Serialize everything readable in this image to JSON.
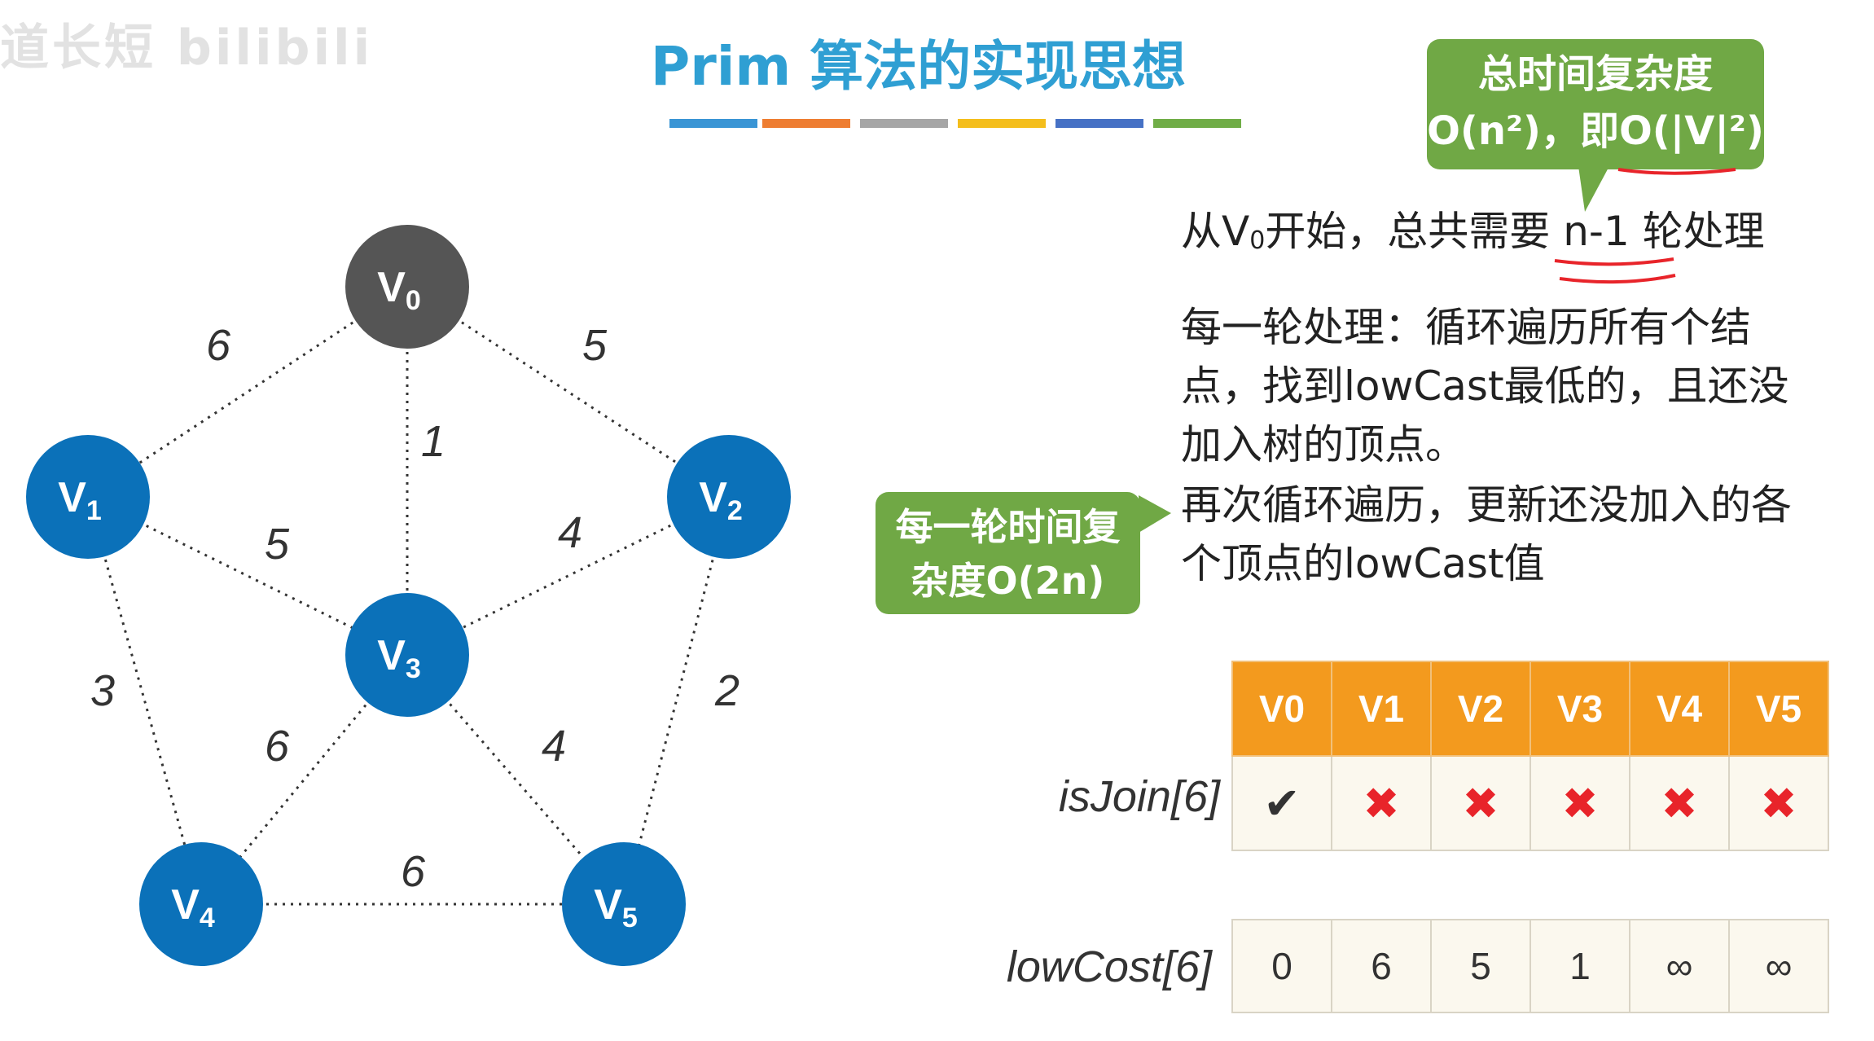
{
  "watermark": "道长短 bilibili",
  "title": "Prim 算法的实现思想",
  "title_bar_colors": [
    "#3a95d5",
    "#ee7d31",
    "#a6a6a6",
    "#f4be1c",
    "#4671c5",
    "#70ad47"
  ],
  "graph": {
    "nodes": [
      {
        "id": "V0",
        "label": "V",
        "sub": "0",
        "color": "#555555"
      },
      {
        "id": "V1",
        "label": "V",
        "sub": "1",
        "color": "#0b71b9"
      },
      {
        "id": "V2",
        "label": "V",
        "sub": "2",
        "color": "#0b71b9"
      },
      {
        "id": "V3",
        "label": "V",
        "sub": "3",
        "color": "#0b71b9"
      },
      {
        "id": "V4",
        "label": "V",
        "sub": "4",
        "color": "#0b71b9"
      },
      {
        "id": "V5",
        "label": "V",
        "sub": "5",
        "color": "#0b71b9"
      }
    ],
    "edges": [
      {
        "from": "V0",
        "to": "V1",
        "weight": "6"
      },
      {
        "from": "V0",
        "to": "V2",
        "weight": "5"
      },
      {
        "from": "V0",
        "to": "V3",
        "weight": "1"
      },
      {
        "from": "V1",
        "to": "V3",
        "weight": "5"
      },
      {
        "from": "V2",
        "to": "V3",
        "weight": "4"
      },
      {
        "from": "V1",
        "to": "V4",
        "weight": "3"
      },
      {
        "from": "V2",
        "to": "V5",
        "weight": "2"
      },
      {
        "from": "V3",
        "to": "V4",
        "weight": "6"
      },
      {
        "from": "V3",
        "to": "V5",
        "weight": "4"
      },
      {
        "from": "V4",
        "to": "V5",
        "weight": "6"
      }
    ]
  },
  "callout_total": {
    "line1": "总时间复杂度",
    "line2": "O(n²)，即O(|V|²)"
  },
  "callout_round": {
    "line1": "每一轮时间复",
    "line2": "杂度O(2n)"
  },
  "text": {
    "line1_prefix": "从V",
    "line1_sub": "0",
    "line1_mid": "开始，总共需要 ",
    "line1_highlight": "n-1",
    "line1_suffix": " 轮处理",
    "para2": "每一轮处理：循环遍历所有个结点，找到lowCast最低的，且还没加入树的顶点。",
    "para3": "再次循环遍历，更新还没加入的各个顶点的lowCast值"
  },
  "table": {
    "headers": [
      "V0",
      "V1",
      "V2",
      "V3",
      "V4",
      "V5"
    ],
    "isJoin_label": "isJoin[6]",
    "isJoin": [
      "✔",
      "✖",
      "✖",
      "✖",
      "✖",
      "✖"
    ],
    "lowCost_label": "lowCost[6]",
    "lowCost": [
      "0",
      "6",
      "5",
      "1",
      "∞",
      "∞"
    ]
  },
  "colors": {
    "check": "#333333",
    "cross": "#e8242a",
    "annotation_underline": "#e8242a"
  }
}
